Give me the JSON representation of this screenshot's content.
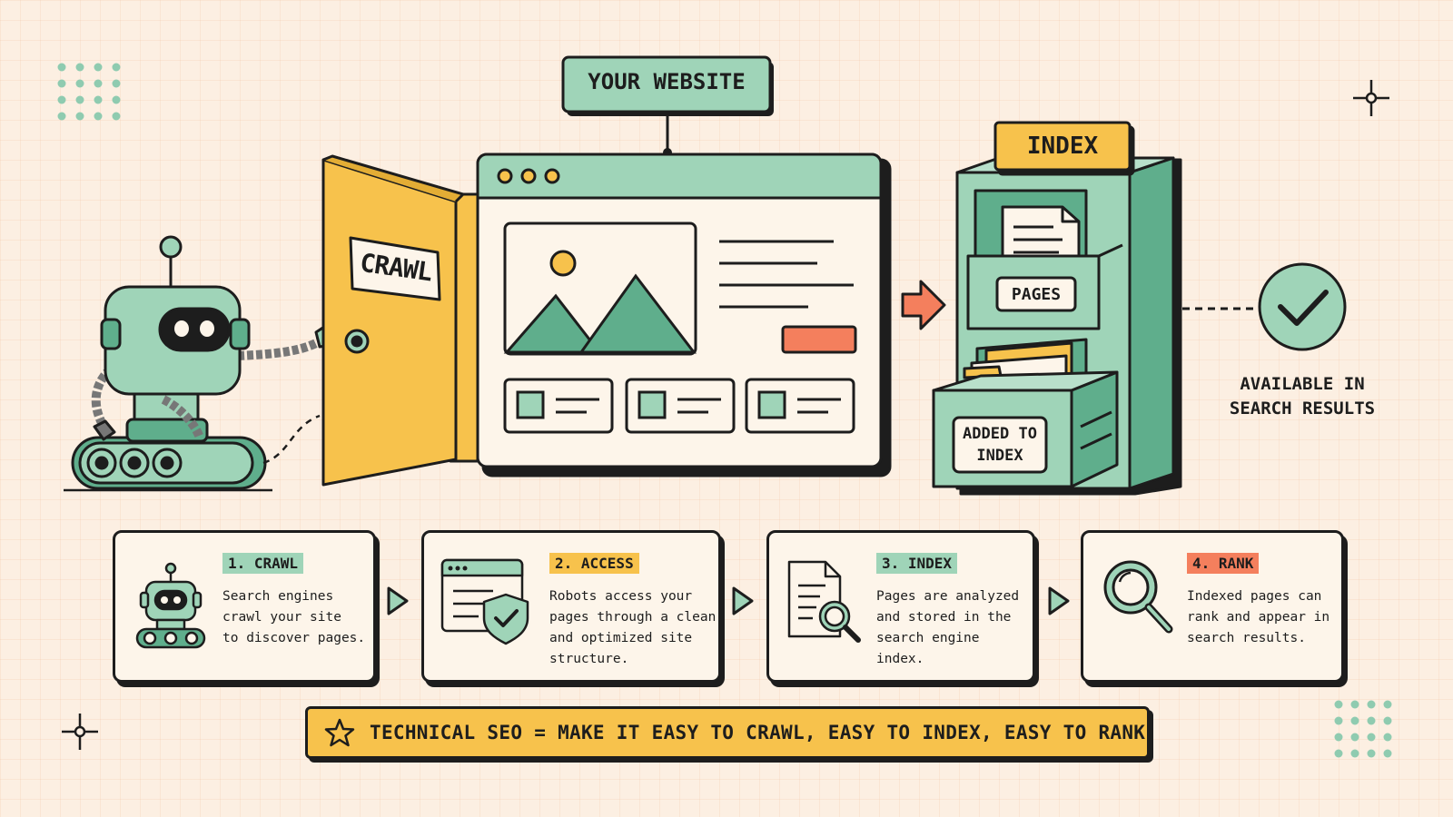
{
  "labels": {
    "your_website": "YOUR WEBSITE",
    "crawl_sign": "CRAWL",
    "index": "INDEX",
    "pages": "PAGES",
    "added_to_index": "ADDED TO\nINDEX",
    "available_in_search_results": "AVAILABLE IN\nSEARCH RESULTS"
  },
  "steps": [
    {
      "tag": "1. CRAWL",
      "color": "#9fd4b8",
      "icon": "robot-icon",
      "text": "Search engines\ncrawl your site\nto discover pages."
    },
    {
      "tag": "2. ACCESS",
      "color": "#f7c24c",
      "icon": "browser-shield-icon",
      "text": "Robots access your\npages through a clean\nand optimized site\nstructure."
    },
    {
      "tag": "3. INDEX",
      "color": "#9fd4b8",
      "icon": "document-search-icon",
      "text": "Pages are analyzed\nand stored in the\nsearch engine\nindex."
    },
    {
      "tag": "4. RANK",
      "color": "#f47f5d",
      "icon": "magnifier-icon",
      "text": "Indexed pages can\nrank and appear in\nsearch results."
    }
  ],
  "banner": "TECHNICAL SEO = MAKE IT EASY TO CRAWL, EASY TO INDEX, EASY TO RANK",
  "colors": {
    "green": "#9fd4b8",
    "dark_green": "#5fae8c",
    "yellow": "#f7c24c",
    "orange": "#f47f5d",
    "ink": "#1d1d1d",
    "paper": "#fdf5ea",
    "background": "#fcefe2"
  },
  "icons": [
    "robot-icon",
    "door-icon",
    "browser-window-icon",
    "filing-cabinet-icon",
    "arrow-right-icon",
    "check-circle-icon",
    "star-icon",
    "sparkle-icon",
    "dot-grid-icon"
  ]
}
